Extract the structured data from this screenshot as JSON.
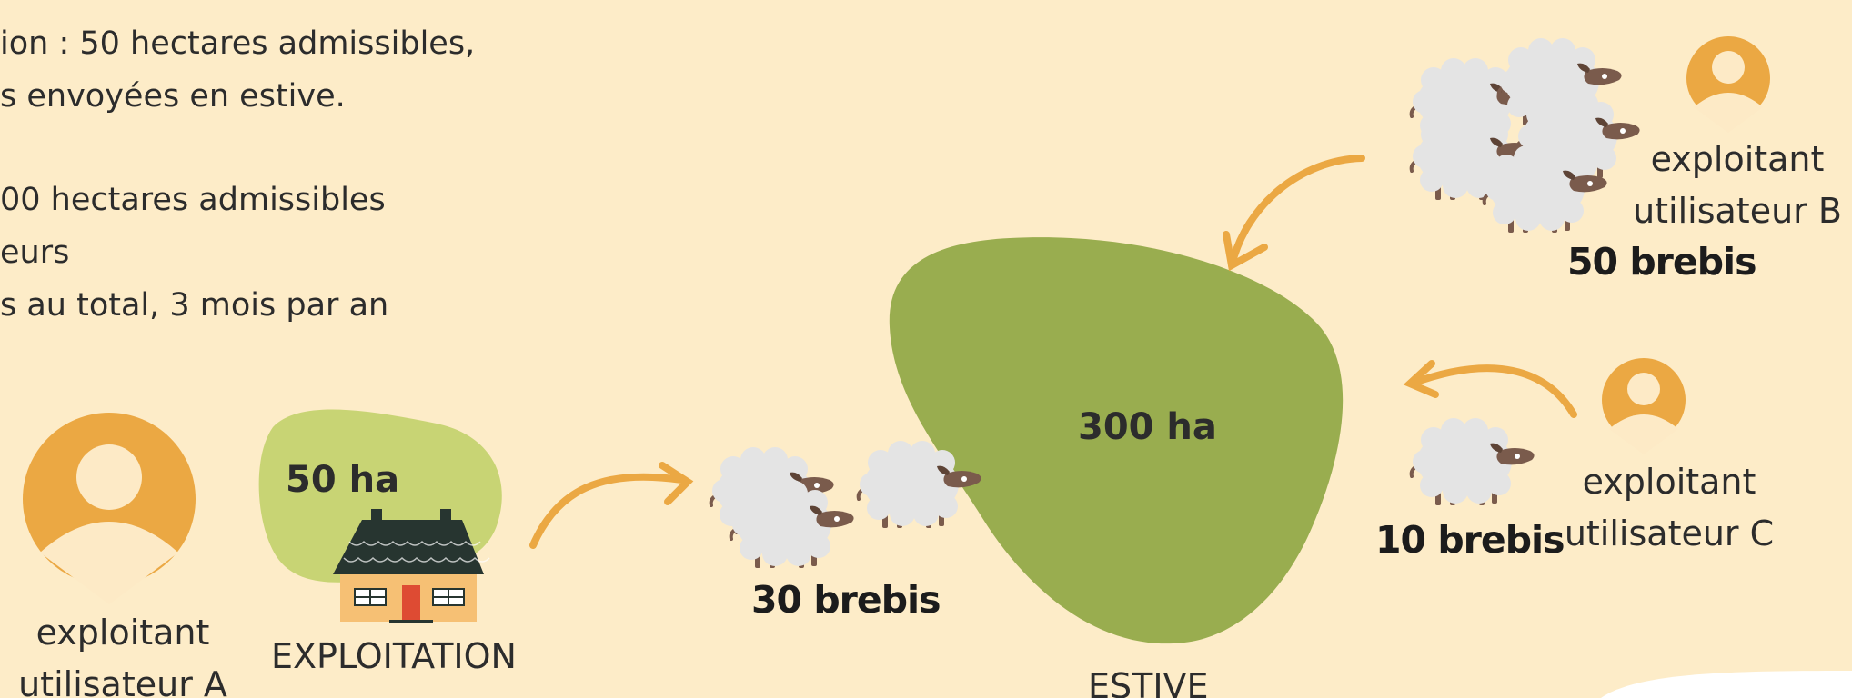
{
  "intro_lines": [
    "ion : 50 hectares admissibles,",
    "s envoyées en estive.",
    "00 hectares admissibles",
    "eurs",
    "s au total, 3 mois par an"
  ],
  "farmers": {
    "a": {
      "line1": "exploitant",
      "line2": "utilisateur A"
    },
    "b": {
      "line1": "exploitant",
      "line2": "utilisateur B"
    },
    "c": {
      "line1": "exploitant",
      "line2": "utilisateur C"
    }
  },
  "exploitation": {
    "area": "50 ha",
    "label": "EXPLOITATION"
  },
  "estive": {
    "area": "300 ha",
    "label": "ESTIVE"
  },
  "flocks": {
    "a": "30 brebis",
    "b": "50 brebis",
    "c": "10 brebis"
  },
  "colors": {
    "background": "#fdecc8",
    "avatar": "#eba843",
    "avatar_light": "#fdeac6",
    "pasture_small": "#c8d474",
    "pasture_large": "#99ad4f",
    "arrow": "#eba843",
    "roof": "#273530",
    "wall": "#f6c074",
    "door": "#de4b33",
    "wool": "#e4e4e4",
    "sheep_head": "#7a5b4c"
  }
}
